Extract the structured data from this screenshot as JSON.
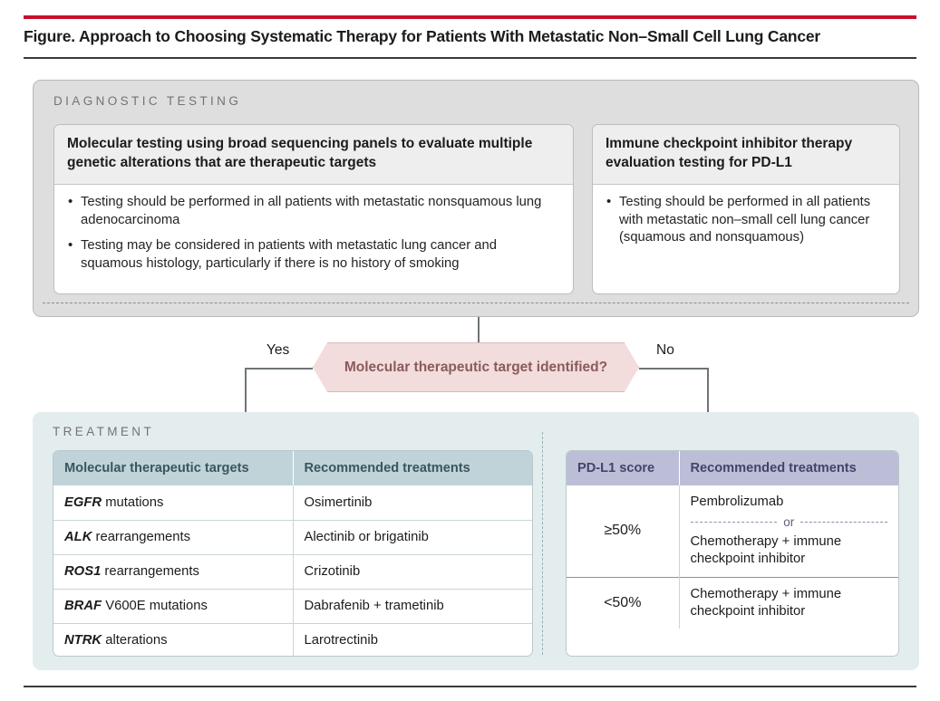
{
  "header": {
    "title": "Figure. Approach to Choosing Systematic Therapy for Patients With Metastatic Non–Small Cell Lung Cancer",
    "accent_color": "#c8102e"
  },
  "diagnostic": {
    "section_label": "DIAGNOSTIC TESTING",
    "panel_color": "#dedede",
    "cards": [
      {
        "heading": "Molecular testing using broad sequencing panels to evaluate multiple genetic alterations that are therapeutic targets",
        "bullets": [
          "Testing should be performed in all patients with metastatic nonsquamous lung adenocarcinoma",
          "Testing may be considered in patients with metastatic lung cancer and squamous histology, particularly if there is no history of smoking"
        ]
      },
      {
        "heading": "Immune checkpoint inhibitor therapy evaluation testing for PD-L1",
        "bullets": [
          "Testing should be performed in all patients with metastatic non–small cell lung cancer (squamous and nonsquamous)"
        ]
      }
    ]
  },
  "decision": {
    "question": "Molecular therapeutic target identified?",
    "yes_label": "Yes",
    "no_label": "No",
    "fill_color": "#f3dcdc",
    "text_color": "#8a5b5b"
  },
  "treatment": {
    "section_label": "TREATMENT",
    "panel_color": "#e3edee",
    "molecular_table": {
      "header_color": "#bfd3d9",
      "columns": [
        "Molecular therapeutic targets",
        "Recommended treatments"
      ],
      "rows": [
        {
          "gene": "EGFR",
          "qualifier": " mutations",
          "treatment": "Osimertinib"
        },
        {
          "gene": "ALK",
          "qualifier": " rearrangements",
          "treatment": "Alectinib or brigatinib"
        },
        {
          "gene": "ROS1",
          "qualifier": " rearrangements",
          "treatment": "Crizotinib"
        },
        {
          "gene": "BRAF",
          "qualifier": " V600E mutations",
          "treatment": "Dabrafenib + trametinib"
        },
        {
          "gene": "NTRK",
          "qualifier": " alterations",
          "treatment": "Larotrectinib"
        }
      ]
    },
    "pdl1_table": {
      "header_color": "#bcbed8",
      "columns": [
        "PD-L1 score",
        "Recommended treatments"
      ],
      "rows": [
        {
          "score": "≥50%",
          "option_a": "Pembrolizumab",
          "separator": "or",
          "option_b_line1": "Chemotherapy + immune",
          "option_b_line2": "checkpoint inhibitor"
        },
        {
          "score": "<50%",
          "option_a_line1": "Chemotherapy + immune",
          "option_a_line2": "checkpoint inhibitor"
        }
      ]
    }
  }
}
